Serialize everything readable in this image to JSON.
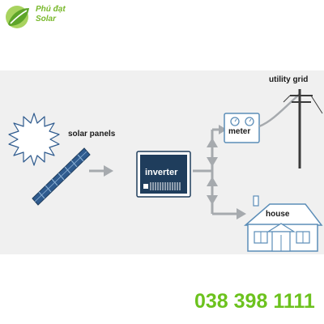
{
  "brand": {
    "name_line1": "Phú đạt",
    "name_line2": "Solar",
    "accent_color": "#78b82a"
  },
  "diagram": {
    "labels": {
      "solar_panels": "solar panels",
      "inverter": "inverter",
      "meter": "meter",
      "utility_grid": "utility grid",
      "house": "house"
    },
    "colors": {
      "background": "#f0f0f0",
      "connector": "#a6aaae",
      "meter_box": "#5b8db7",
      "inverter_body": "#1f3d5c",
      "panel_blue": "#2f5b8e"
    }
  },
  "contact": {
    "phone": "038 398 1111",
    "color": "#6cc21e"
  }
}
